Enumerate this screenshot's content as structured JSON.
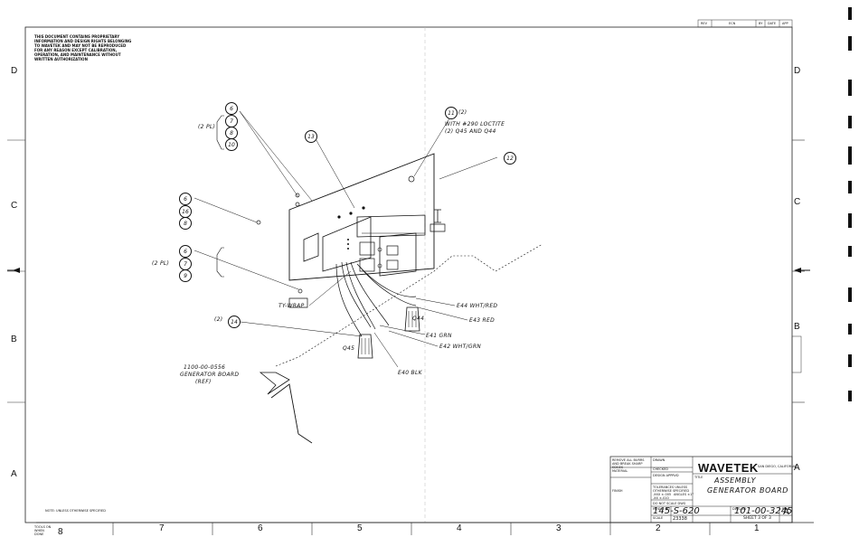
{
  "notice": "This document contains proprietary information and design rights belonging to Wavetek and may not be reproduced for any reason except calibration, operation, and maintenance without written authorization",
  "zones_left": [
    "D",
    "C",
    "B",
    "A"
  ],
  "zones_right": [
    "D",
    "C",
    "B",
    "A"
  ],
  "zones_bottom": [
    "8",
    "7",
    "6",
    "5",
    "4",
    "3",
    "2",
    "1"
  ],
  "revision_block": [
    "REV",
    "ECN",
    "BY",
    "DATE",
    "APP"
  ],
  "callouts": {
    "c6a": "6",
    "c7a": "7",
    "c8a": "8",
    "c10a": "10",
    "c6b": "6",
    "c16": "16",
    "c8b": "8",
    "c6c": "6",
    "c7c": "7",
    "c9": "9",
    "c11": "11",
    "c12": "12",
    "c13": "13",
    "c14": "14"
  },
  "labels": {
    "two_pl_a": "(2 PL)",
    "two_pl_c": "(2 PL)",
    "c11_qty": "(2)",
    "loctite_1": "WITH #290 LOCTITE",
    "loctite_2": "(2) Q45 AND Q44",
    "tywrap": "TY-WRAP",
    "c14_qty": "(2)",
    "q44": "Q44",
    "q45": "Q45",
    "e44": "E44 WHT/RED",
    "e43": "E43 RED",
    "e41": "E41 GRN",
    "e42": "E42 WHT/GRN",
    "e40": "E40 BLK",
    "ref_1": "1100-00-0556",
    "ref_2": "GENERATOR BOARD",
    "ref_3": "(REF)",
    "note": "NOTE: UNLESS OTHERWISE SPECIFIED"
  },
  "title_block": {
    "brand": "WAVETEK",
    "location": "SAN DIEGO, CALIFORNIA",
    "title_label": "TITLE",
    "title_line1": "ASSEMBLY",
    "title_line2": "GENERATOR BOARD",
    "model_no": "145-S-620",
    "drawing_no": "101-00-3245",
    "rev": "A",
    "code": "23338",
    "sheet": "SHEET 3 OF 3",
    "cells": [
      "REMOVE ALL BURRS AND BREAK SHARP EDGES",
      "MATERIAL",
      "FINISH",
      "DRAWN",
      "CHECKED",
      "DESIGN APPRVD",
      "TOLERANCES UNLESS OTHERWISE SPECIFIED",
      ".XXX ±.005",
      ".XX ±.010",
      "ANGLES ±1°",
      "DO NOT SCALE DWG",
      "SCALE",
      "MODEL NO",
      "DWG NO",
      "SIZE",
      "REV"
    ]
  },
  "bottom_stamp": "TOOLS ON WHEN DONE"
}
